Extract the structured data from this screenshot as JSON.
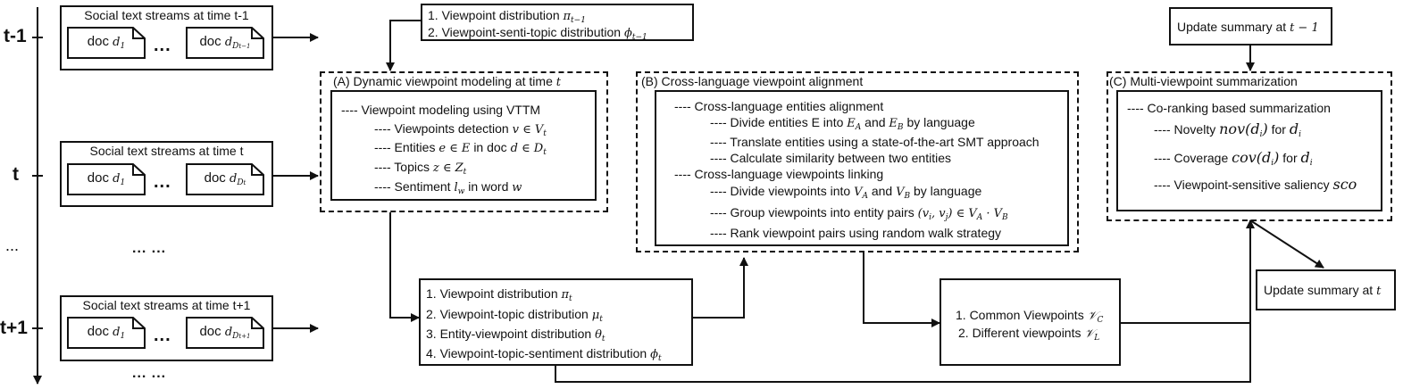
{
  "timeline": {
    "prev_label": "t-1",
    "curr_label": "t",
    "ellipsis": "...",
    "next_label": "t+1"
  },
  "streams": {
    "prev": {
      "title": "Social text streams at time t-1",
      "doc1": "doc",
      "docN": "doc",
      "dots": "..."
    },
    "curr": {
      "title": "Social text streams at time t",
      "doc1": "doc",
      "docN": "doc",
      "dots": "..."
    },
    "next": {
      "title": "Social text streams at time t+1",
      "doc1": "doc",
      "docN": "doc",
      "dots": "..."
    },
    "middle_dots": "... ...",
    "bottom_dots": "... ..."
  },
  "prev_dist": {
    "line1": "1. Viewpoint distribution",
    "line2": "2. Viewpoint-senti-topic distribution"
  },
  "panel_a": {
    "title": "(A) Dynamic viewpoint modeling at time",
    "head": "---- Viewpoint modeling using VTTM",
    "item1": "---- Viewpoints detection",
    "item2a": "---- Entities",
    "item2b": "in doc",
    "item3": "---- Topics",
    "item4a": "---- Sentiment",
    "item4b": "in word"
  },
  "panel_b": {
    "title": "(B) Cross-language viewpoint alignment",
    "head1": "---- Cross-language entities alignment",
    "b1a": "---- Divide entities E into",
    "b1b": "and",
    "b1c": "by language",
    "b2": "---- Translate entities using a state-of-the-art SMT approach",
    "b3": "---- Calculate similarity between two entities",
    "head2": "---- Cross-language viewpoints linking",
    "b4a": "---- Divide viewpoints into",
    "b4b": "and",
    "b4c": "by language",
    "b5": "---- Group viewpoints into entity pairs",
    "b6": "---- Rank viewpoint pairs using random walk strategy"
  },
  "panel_c": {
    "title": "(C) Multi-viewpoint summarization",
    "head": "---- Co-ranking based summarization",
    "c1a": "---- Novelty",
    "c1b": "for",
    "c2a": "---- Coverage",
    "c2b": "for",
    "c3": "---- Viewpoint-sensitive saliency"
  },
  "curr_dist": {
    "line1": "1. Viewpoint distribution",
    "line2": "2. Viewpoint-topic distribution",
    "line3": "3. Entity-viewpoint distribution",
    "line4": "4. Viewpoint-topic-sentiment distribution"
  },
  "viewpoints": {
    "line1": "1. Common Viewpoints",
    "line2": "2. Different viewpoints"
  },
  "summary_prev": {
    "label": "Update summary at"
  },
  "summary_curr": {
    "label": "Update summary at"
  }
}
